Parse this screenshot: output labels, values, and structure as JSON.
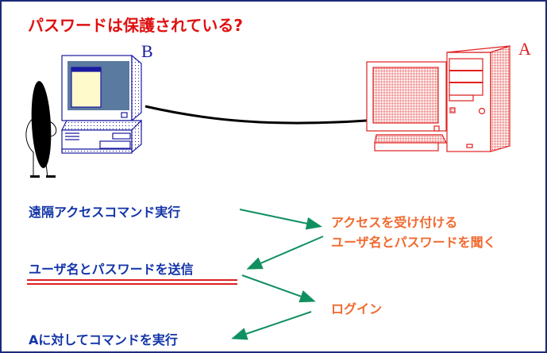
{
  "title": "パスワードは保護されている?",
  "labels": {
    "computer_b": "B",
    "computer_a": "A"
  },
  "steps_left": [
    "遠隔アクセスコマンド実行",
    "ユーザ名とパスワードを送信",
    "Aに対してコマンドを実行"
  ],
  "steps_right": [
    "アクセスを受け付ける",
    "ユーザ名とパスワードを聞く",
    "ログイン"
  ],
  "colors": {
    "title": "#e01010",
    "left_text": "#1234a8",
    "right_text": "#f06a30",
    "arrow": "#109060",
    "computer_a": "#e02020",
    "computer_b": "#1a1aa0"
  }
}
